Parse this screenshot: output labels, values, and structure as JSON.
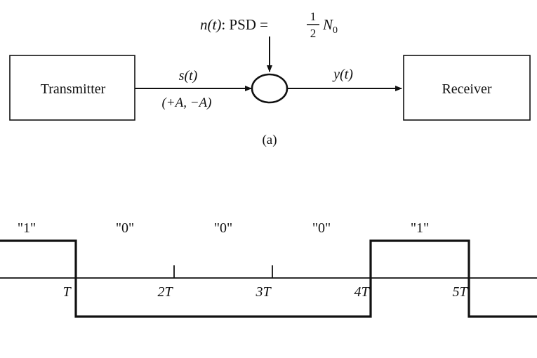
{
  "block_diagram": {
    "noise": {
      "prefix": "n",
      "paren_t": "(t)",
      "colon_psd": ": PSD =",
      "frac_num": "1",
      "frac_den": "2",
      "n0_main": "N",
      "n0_sub": "0"
    },
    "transmitter_label": "Transmitter",
    "receiver_label": "Receiver",
    "signal": {
      "name": "s",
      "paren": "(t)",
      "levels": "(+A, −A)"
    },
    "output": {
      "name": "y",
      "paren": "(t)"
    },
    "caption": "(a)"
  },
  "waveform": {
    "bits": [
      "\"1\"",
      "\"0\"",
      "\"0\"",
      "\"0\"",
      "\"1\""
    ],
    "tick_labels": [
      "T",
      "2T",
      "3T",
      "4T",
      "5T"
    ],
    "bit_values": [
      1,
      0,
      0,
      0,
      1,
      0
    ]
  },
  "colors": {
    "stroke": "#111111",
    "background": "#ffffff"
  }
}
